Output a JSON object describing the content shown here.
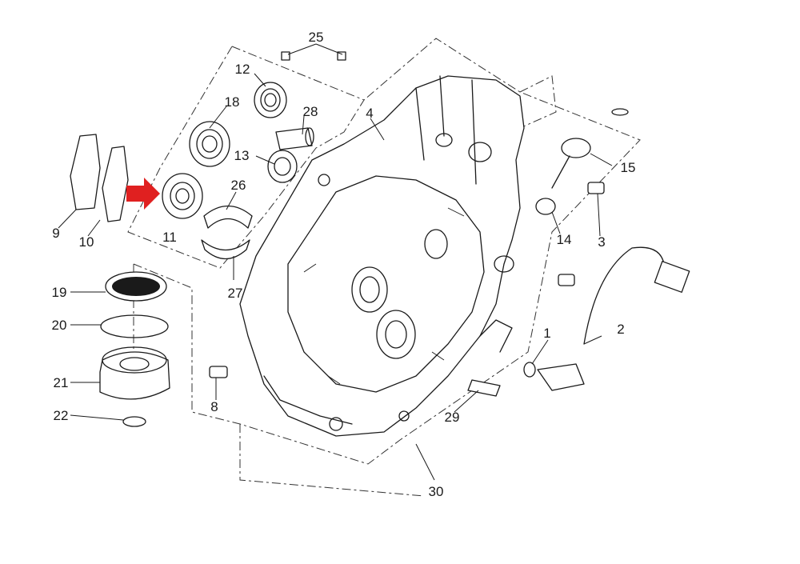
{
  "diagram": {
    "part_numbers": [
      "1",
      "2",
      "3",
      "4",
      "8",
      "9",
      "10",
      "11",
      "12",
      "13",
      "14",
      "15",
      "18",
      "19",
      "20",
      "21",
      "22",
      "25",
      "26",
      "27",
      "28",
      "29",
      "30"
    ],
    "highlight_color": "#e02020",
    "highlight_arrow_icon": "red-arrow-icon",
    "highlighted_part": "11"
  }
}
